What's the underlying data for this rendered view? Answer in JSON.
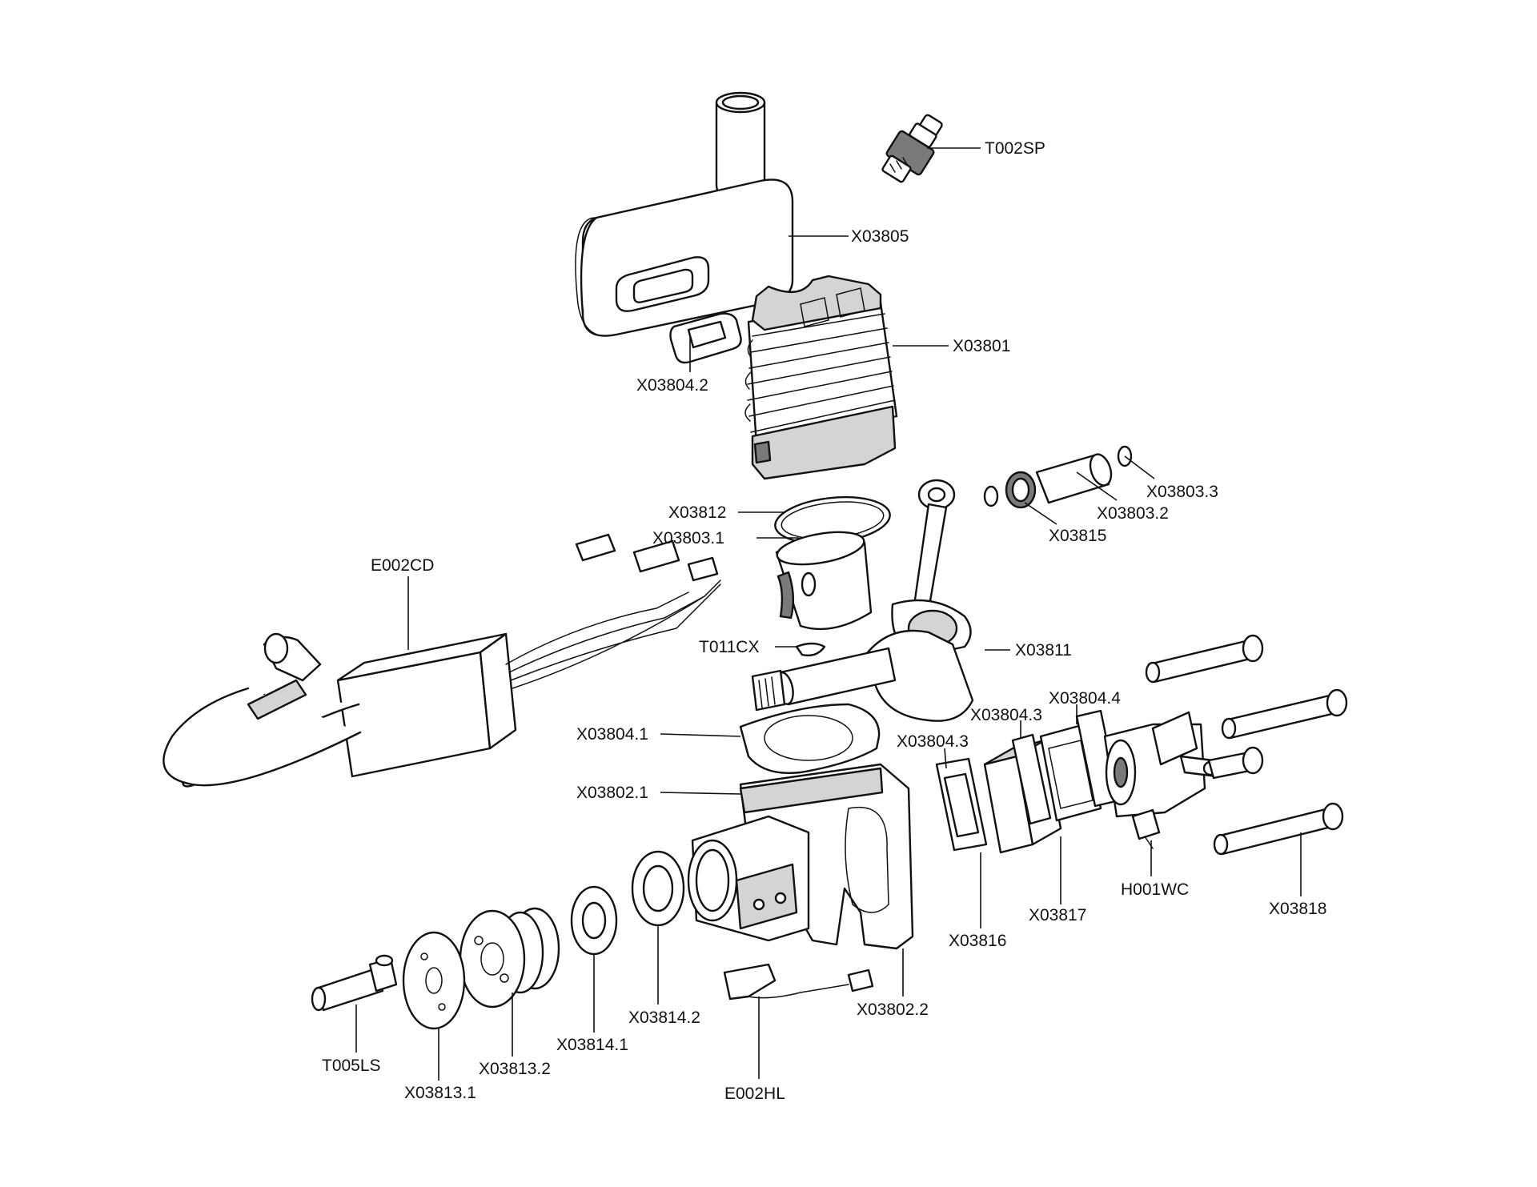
{
  "labels": {
    "T002SP": "T002SP",
    "X03805": "X03805",
    "X03801": "X03801",
    "X03804_2": "X03804.2",
    "X03803_3": "X03803.3",
    "X03803_2": "X03803.2",
    "X03815": "X03815",
    "X03812": "X03812",
    "X03803_1": "X03803.1",
    "E002CD": "E002CD",
    "T011CX": "T011CX",
    "X03811": "X03811",
    "X03804_4": "X03804.4",
    "X03804_3a": "X03804.3",
    "X03804_3b": "X03804.3",
    "X03804_1": "X03804.1",
    "X03802_1": "X03802.1",
    "X03816": "X03816",
    "X03817": "X03817",
    "H001WC": "H001WC",
    "X03818": "X03818",
    "X03814_2": "X03814.2",
    "X03802_2": "X03802.2",
    "X03814_1": "X03814.1",
    "X03813_2": "X03813.2",
    "T005LS": "T005LS",
    "X03813_1": "X03813.1",
    "E002HL": "E002HL"
  }
}
